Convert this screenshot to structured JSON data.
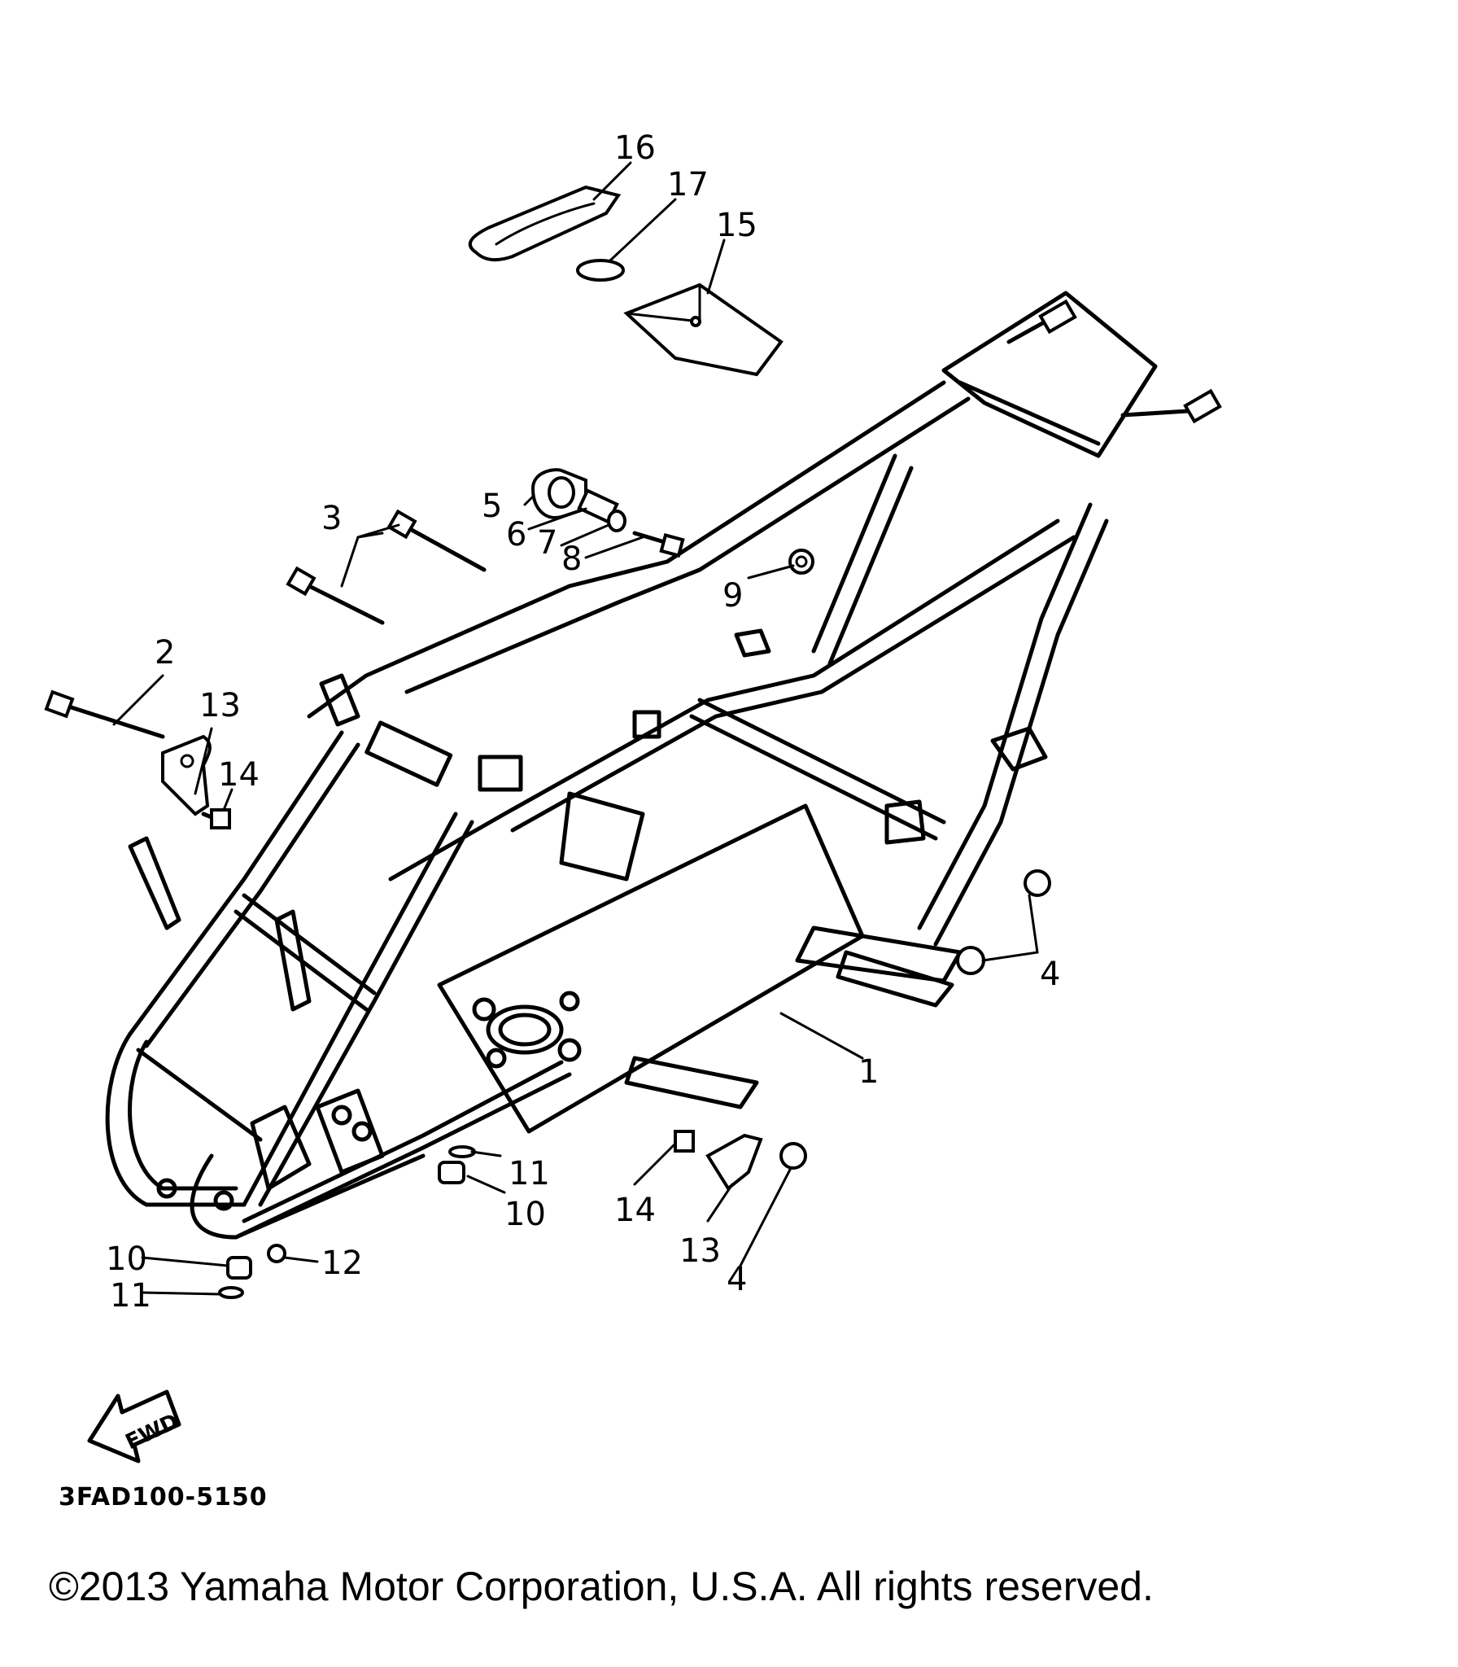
{
  "callouts": {
    "c1": "1",
    "c2": "2",
    "c3": "3",
    "c4a": "4",
    "c4b": "4",
    "c5": "5",
    "c6": "6",
    "c7": "7",
    "c8": "8",
    "c9": "9",
    "c10a": "10",
    "c10b": "10",
    "c11a": "11",
    "c11b": "11",
    "c12": "12",
    "c13a": "13",
    "c13b": "13",
    "c14a": "14",
    "c14b": "14",
    "c15": "15",
    "c16": "16",
    "c17": "17"
  },
  "fwd_label": "FWD",
  "diagram_code": "3FAD100-5150",
  "copyright": "©2013 Yamaha Motor Corporation, U.S.A. All rights reserved."
}
